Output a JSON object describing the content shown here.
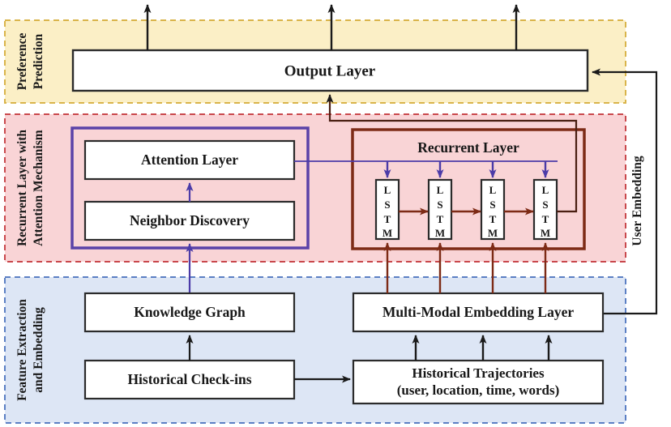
{
  "figure": {
    "type": "architecture-diagram",
    "title": "Model architecture: preference prediction over trajectories"
  },
  "colors": {
    "preference_fill": "#fbefc6",
    "preference_border": "#d9b44a",
    "recurrent_fill": "#f9d4d6",
    "recurrent_border": "#c9484c",
    "feature_fill": "#dde6f5",
    "feature_border": "#5b7fc4",
    "attention_group_border": "#5a42a8",
    "recurrent_group_border": "#7d2b16",
    "box_border": "#2b2b2b",
    "box_fill": "#ffffff",
    "arrow_black": "#1a1a1a",
    "arrow_purple": "#4b3ba8",
    "arrow_darkred": "#7d2b16"
  },
  "sections": [
    {
      "id": "preference",
      "label": "Preference\nPrediction",
      "line1": "Preference",
      "line2": "Prediction"
    },
    {
      "id": "recurrent",
      "label": "Recurrent Layer with\nAttention Mechanism",
      "line1": "Recurrent Layer with",
      "line2": "Attention Mechanism"
    },
    {
      "id": "feature",
      "label": "Feature Extraction\nand Embedding",
      "line1": "Feature Extraction",
      "line2": "and Embedding"
    }
  ],
  "boxes": {
    "output_layer": {
      "label": "Output Layer"
    },
    "attention_layer": {
      "label": "Attention Layer"
    },
    "neighbor_discovery": {
      "label": "Neighbor Discovery"
    },
    "recurrent_layer": {
      "label": "Recurrent Layer"
    },
    "knowledge_graph": {
      "label": "Knowledge Graph"
    },
    "multi_modal_embedding": {
      "label": "Multi-Modal Embedding Layer"
    },
    "historical_checkins": {
      "label": "Historical Check-ins"
    },
    "historical_trajectories": {
      "line1": "Historical Trajectories",
      "line2": "(user, location, time, words)"
    }
  },
  "lstm_cells": [
    {
      "id": "lstm-1",
      "letters": [
        "L",
        "S",
        "T",
        "M"
      ]
    },
    {
      "id": "lstm-2",
      "letters": [
        "L",
        "S",
        "T",
        "M"
      ]
    },
    {
      "id": "lstm-3",
      "letters": [
        "L",
        "S",
        "T",
        "M"
      ]
    },
    {
      "id": "lstm-4",
      "letters": [
        "L",
        "S",
        "T",
        "M"
      ]
    }
  ],
  "annotations": {
    "user_embedding": "User Embedding"
  }
}
